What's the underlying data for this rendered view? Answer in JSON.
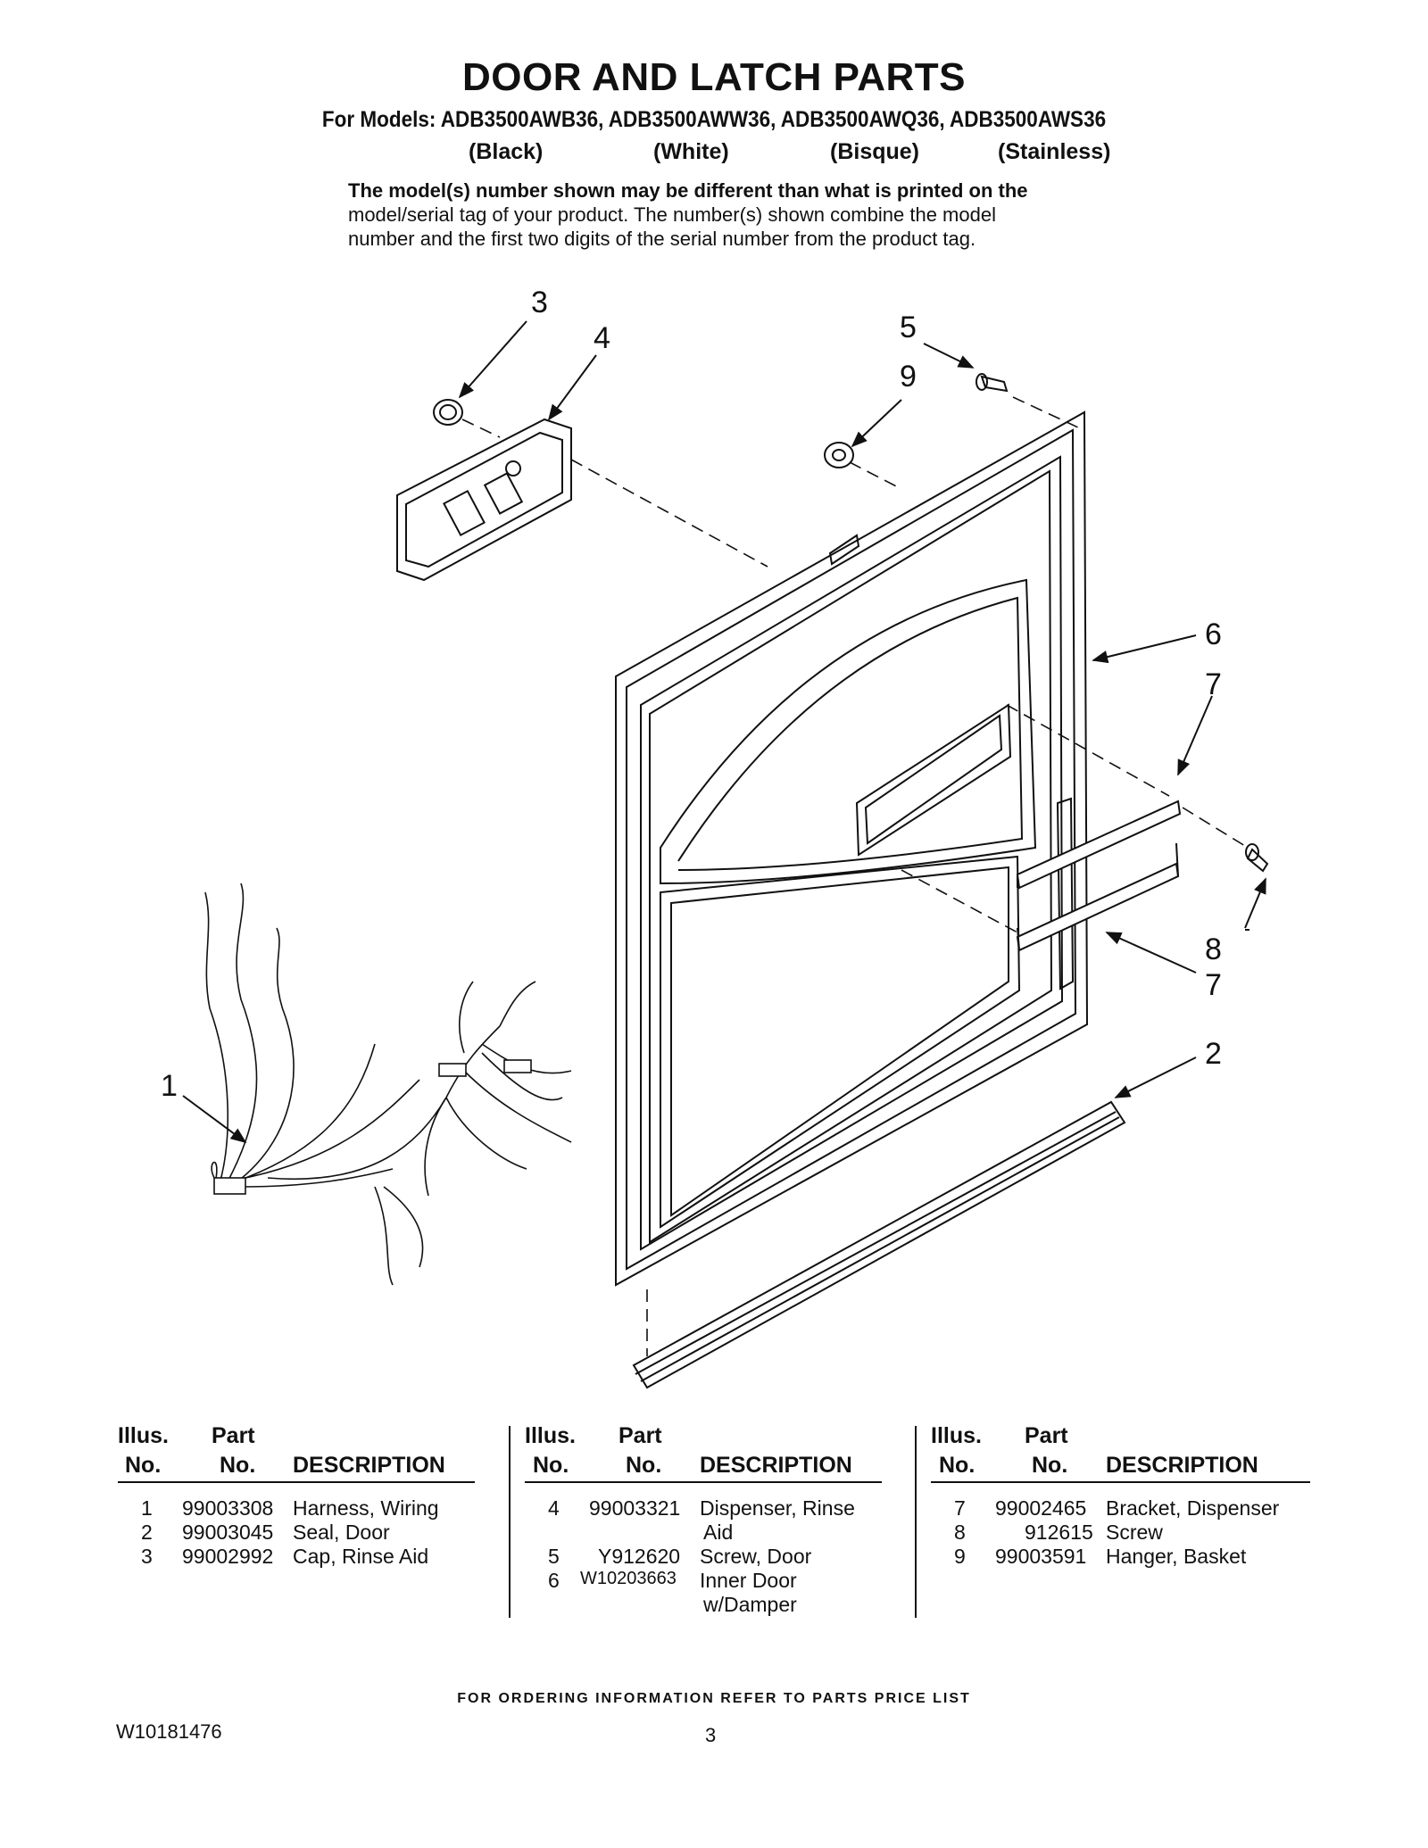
{
  "header": {
    "title": "DOOR AND LATCH PARTS",
    "models": "For Models: ADB3500AWB36, ADB3500AWW36, ADB3500AWQ36, ADB3500AWS36",
    "colors": [
      "(Black)",
      "(White)",
      "(Bisque)",
      "(Stainless)"
    ],
    "note_bold": "The model(s) number shown may be different than what is printed on the",
    "note_line2": "model/serial tag of your product. The number(s) shown combine the model",
    "note_line3": "number and the first two digits of the serial number from the product tag."
  },
  "diagram": {
    "callouts": [
      "3",
      "4",
      "5",
      "9",
      "6",
      "7",
      "8",
      "7",
      "2",
      "1"
    ]
  },
  "table_headers": {
    "illus": "Illus.",
    "no": "No.",
    "part": "Part",
    "description": "DESCRIPTION"
  },
  "parts": [
    {
      "illus": "1",
      "part": "99003308",
      "desc": "Harness, Wiring",
      "desc2": ""
    },
    {
      "illus": "2",
      "part": "99003045",
      "desc": "Seal, Door",
      "desc2": ""
    },
    {
      "illus": "3",
      "part": "99002992",
      "desc": "Cap, Rinse Aid",
      "desc2": ""
    },
    {
      "illus": "4",
      "part": "99003321",
      "desc": "Dispenser, Rinse",
      "desc2": "Aid"
    },
    {
      "illus": "5",
      "part": "Y912620",
      "desc": "Screw, Door",
      "desc2": ""
    },
    {
      "illus": "6",
      "part": "W10203663",
      "desc": "Inner Door",
      "desc2": "w/Damper"
    },
    {
      "illus": "7",
      "part": "99002465",
      "desc": "Bracket, Dispenser",
      "desc2": ""
    },
    {
      "illus": "8",
      "part": "912615",
      "desc": "Screw",
      "desc2": ""
    },
    {
      "illus": "9",
      "part": "99003591",
      "desc": "Hanger, Basket",
      "desc2": ""
    }
  ],
  "footer": {
    "ordering": "FOR ORDERING INFORMATION REFER TO PARTS PRICE LIST",
    "doc_number": "W10181476",
    "page": "3"
  }
}
